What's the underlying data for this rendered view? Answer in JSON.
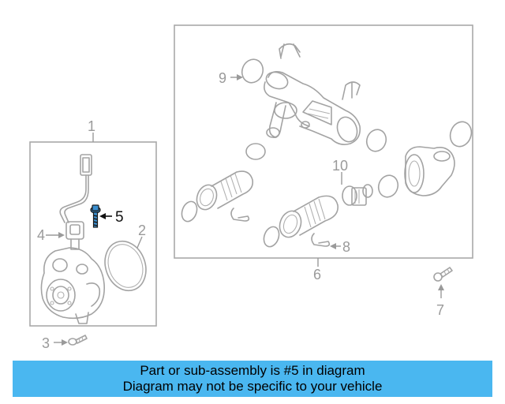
{
  "diagram": {
    "callouts": {
      "c1": "1",
      "c2": "2",
      "c3": "3",
      "c4": "4",
      "c5": "5",
      "c6": "6",
      "c7": "7",
      "c8": "8",
      "c9": "9",
      "c10": "10"
    },
    "highlighted_part": "5",
    "highlight_color": "#3a8fd0"
  },
  "banner": {
    "line1": "Part or sub-assembly is #5 in diagram",
    "line2": "Diagram may not be specific to your vehicle",
    "background": "#4ab7f0"
  }
}
